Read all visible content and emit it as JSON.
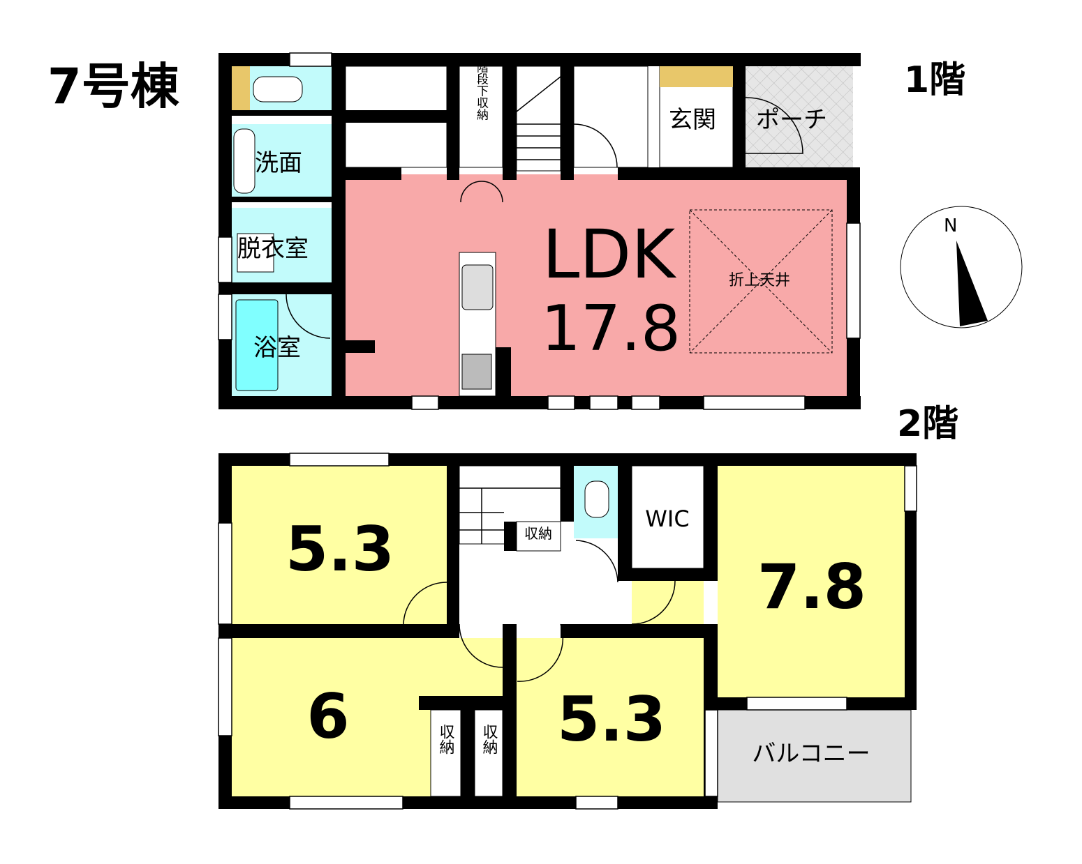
{
  "title": "7号棟",
  "floor1": {
    "label": "1階",
    "rooms": {
      "ldk_name": "LDK",
      "ldk_size": "17.8",
      "raised_ceiling": "折上天井",
      "washroom": "洗面",
      "dressing": "脱衣室",
      "bath": "浴室",
      "entrance": "玄関",
      "porch": "ポーチ",
      "under_stair_storage": "階段下収納"
    }
  },
  "floor2": {
    "label": "2階",
    "rooms": {
      "room_nw": "5.3",
      "room_sw": "6",
      "room_s": "5.3",
      "room_e": "7.8",
      "wic": "WIC",
      "storage_hall": "収納",
      "storage_a": "収納",
      "storage_b": "収納",
      "balcony": "バルコニー"
    }
  },
  "compass": {
    "north": "N"
  },
  "colors": {
    "ldk": "#F8A9A9",
    "wet": "#C2FBFB",
    "bedroom": "#FFFFA3",
    "balcony": "#E0E0E0",
    "cabinet": "#E8C76A"
  }
}
